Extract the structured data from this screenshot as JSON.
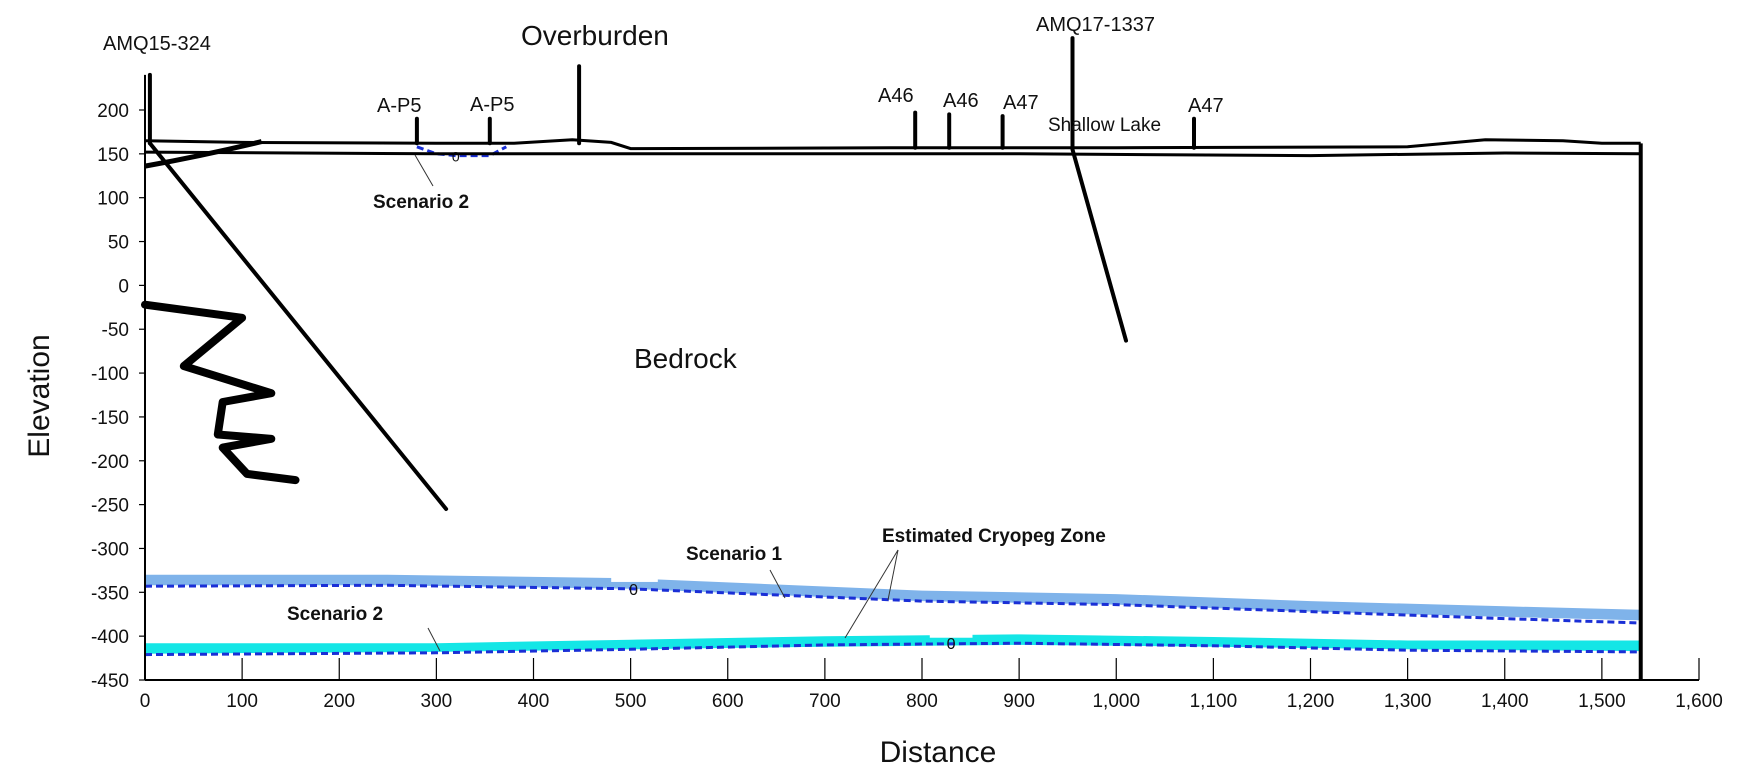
{
  "chart_data": {
    "type": "cross-section",
    "xlabel": "Distance",
    "ylabel": "Elevation",
    "xlim": [
      0,
      1600
    ],
    "ylim": [
      -450,
      240
    ],
    "x_ticks": [
      0,
      100,
      200,
      300,
      400,
      500,
      600,
      700,
      800,
      900,
      1000,
      1100,
      1200,
      1300,
      1400,
      1500,
      1600
    ],
    "x_tick_labels": [
      "0",
      "100",
      "200",
      "300",
      "400",
      "500",
      "600",
      "700",
      "800",
      "900",
      "1,000",
      "1,100",
      "1,200",
      "1,300",
      "1,400",
      "1,500",
      "1,600"
    ],
    "y_ticks": [
      200,
      150,
      100,
      50,
      0,
      -50,
      -100,
      -150,
      -200,
      -250,
      -300,
      -350,
      -400,
      -450
    ],
    "y_tick_labels": [
      "200",
      "150",
      "100",
      "50",
      "0",
      "-50",
      "-100",
      "-150",
      "-200",
      "-250",
      "-300",
      "-350",
      "-400",
      "-450"
    ],
    "section_end_x": 1540,
    "ground_surface": [
      [
        0,
        165
      ],
      [
        100,
        163
      ],
      [
        300,
        162
      ],
      [
        380,
        162
      ],
      [
        440,
        166
      ],
      [
        480,
        163
      ],
      [
        500,
        156
      ],
      [
        800,
        157
      ],
      [
        1000,
        157
      ],
      [
        1300,
        158
      ],
      [
        1340,
        162
      ],
      [
        1380,
        166
      ],
      [
        1460,
        165
      ],
      [
        1500,
        162
      ],
      [
        1540,
        162
      ]
    ],
    "bedrock_surface": [
      [
        0,
        152
      ],
      [
        300,
        150
      ],
      [
        600,
        150
      ],
      [
        900,
        150
      ],
      [
        1200,
        148
      ],
      [
        1400,
        151
      ],
      [
        1540,
        150
      ]
    ],
    "boreholes": [
      {
        "name": "AMQ15-324",
        "trace": [
          [
            5,
            240
          ],
          [
            5,
            162
          ]
        ]
      },
      {
        "name": "AMQ15-324 inclined",
        "trace": [
          [
            5,
            162
          ],
          [
            310,
            -255
          ]
        ]
      },
      {
        "name": "AMQ17-1337",
        "trace": [
          [
            955,
            282
          ],
          [
            955,
            155
          ],
          [
            1010,
            -63
          ]
        ]
      },
      {
        "name": "Overburden",
        "trace": [
          [
            447,
            250
          ],
          [
            447,
            162
          ]
        ]
      },
      {
        "name": "A-P5",
        "trace": [
          [
            280,
            190
          ],
          [
            280,
            162
          ]
        ]
      },
      {
        "name": "A-P5",
        "trace": [
          [
            355,
            190
          ],
          [
            355,
            162
          ]
        ]
      },
      {
        "name": "A46",
        "trace": [
          [
            793,
            197
          ],
          [
            793,
            157
          ]
        ]
      },
      {
        "name": "A46",
        "trace": [
          [
            828,
            195
          ],
          [
            828,
            157
          ]
        ]
      },
      {
        "name": "A47",
        "trace": [
          [
            883,
            193
          ],
          [
            883,
            157
          ]
        ]
      },
      {
        "name": "A47",
        "trace": [
          [
            1080,
            190
          ],
          [
            1080,
            157
          ]
        ]
      }
    ],
    "scenario2_lake_contour": {
      "value": "0",
      "points": [
        [
          280,
          158
        ],
        [
          300,
          150
        ],
        [
          320,
          148
        ],
        [
          355,
          148
        ],
        [
          372,
          158
        ]
      ]
    },
    "zig_zag_trace": [
      [
        0,
        -22
      ],
      [
        100,
        -37
      ],
      [
        40,
        -92
      ],
      [
        130,
        -123
      ],
      [
        80,
        -133
      ],
      [
        75,
        -170
      ],
      [
        130,
        -175
      ],
      [
        80,
        -185
      ],
      [
        105,
        -215
      ],
      [
        155,
        -222
      ]
    ],
    "scenario1_band": {
      "top": [
        [
          0,
          -330
        ],
        [
          250,
          -330
        ],
        [
          500,
          -334
        ],
        [
          800,
          -348
        ],
        [
          1000,
          -352
        ],
        [
          1200,
          -360
        ],
        [
          1400,
          -366
        ],
        [
          1540,
          -370
        ]
      ],
      "bottom": [
        [
          0,
          -342
        ],
        [
          250,
          -342
        ],
        [
          500,
          -346
        ],
        [
          800,
          -360
        ],
        [
          1000,
          -364
        ],
        [
          1200,
          -372
        ],
        [
          1400,
          -378
        ],
        [
          1540,
          -382
        ]
      ],
      "gap": [
        480,
        528
      ]
    },
    "scenario1_contour": {
      "value": "0",
      "points": [
        [
          0,
          -343
        ],
        [
          250,
          -342
        ],
        [
          500,
          -346
        ],
        [
          800,
          -360
        ],
        [
          1000,
          -364
        ],
        [
          1200,
          -372
        ],
        [
          1400,
          -380
        ],
        [
          1540,
          -385
        ]
      ]
    },
    "scenario2_band": {
      "top": [
        [
          0,
          -408
        ],
        [
          300,
          -408
        ],
        [
          500,
          -404
        ],
        [
          700,
          -400
        ],
        [
          900,
          -398
        ],
        [
          1100,
          -401
        ],
        [
          1300,
          -405
        ],
        [
          1540,
          -405
        ]
      ],
      "bottom": [
        [
          0,
          -420
        ],
        [
          300,
          -418
        ],
        [
          500,
          -415
        ],
        [
          700,
          -412
        ],
        [
          900,
          -410
        ],
        [
          1100,
          -412
        ],
        [
          1300,
          -415
        ],
        [
          1540,
          -417
        ]
      ],
      "gap": [
        808,
        852
      ]
    },
    "scenario2_contour": {
      "value": "0",
      "points": [
        [
          0,
          -421
        ],
        [
          300,
          -419
        ],
        [
          500,
          -415
        ],
        [
          700,
          -410
        ],
        [
          900,
          -408
        ],
        [
          1100,
          -411
        ],
        [
          1300,
          -416
        ],
        [
          1540,
          -418
        ]
      ]
    },
    "labels": {
      "AMQ15-324": "AMQ15-324",
      "Overburden": "Overburden",
      "AMQ17-1337": "AMQ17-1337",
      "A-P5_1": "A-P5",
      "A-P5_2": "A-P5",
      "A46_1": "A46",
      "A46_2": "A46",
      "A47_1": "A47",
      "A47_2": "A47",
      "Shallow Lake": "Shallow Lake",
      "Scenario 2 (top)": "Scenario 2",
      "Bedrock": "Bedrock",
      "Scenario 1": "Scenario 1",
      "Estimated Cryopeg Zone": "Estimated Cryopeg Zone",
      "Scenario 2 (bottom)": "Scenario 2"
    },
    "colors": {
      "scenario1_band": "#7fb3ea",
      "scenario2_band": "#14e6e6",
      "contour": "#1a2fd6",
      "line": "#000000"
    }
  }
}
